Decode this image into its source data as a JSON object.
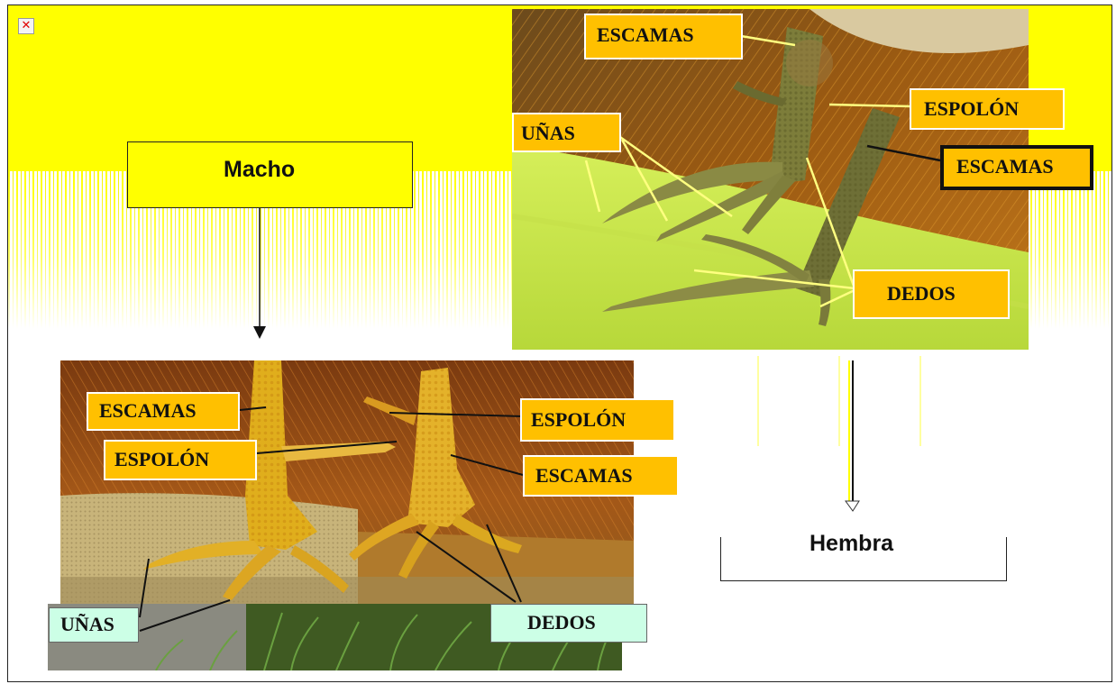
{
  "labels": {
    "macho": "Macho",
    "hembra": "Hembra",
    "female_photo": {
      "escamas_top": "ESCAMAS",
      "espolon": "ESPOLÓN",
      "escamas_right": "ESCAMAS",
      "unas": "UÑAS",
      "dedos": "DEDOS"
    },
    "male_photo": {
      "escamas_left": "ESCAMAS",
      "espolon_left": "ESPOLÓN",
      "espolon_right": "ESPOLÓN",
      "escamas_right": "ESCAMAS",
      "unas": "UÑAS",
      "dedos": "DEDOS"
    }
  },
  "icons": {
    "broken_image": "broken-image-icon"
  },
  "colors": {
    "background_yellow": "#ffff00",
    "label_orange": "#ffc000",
    "label_mint": "#ccffe6"
  }
}
